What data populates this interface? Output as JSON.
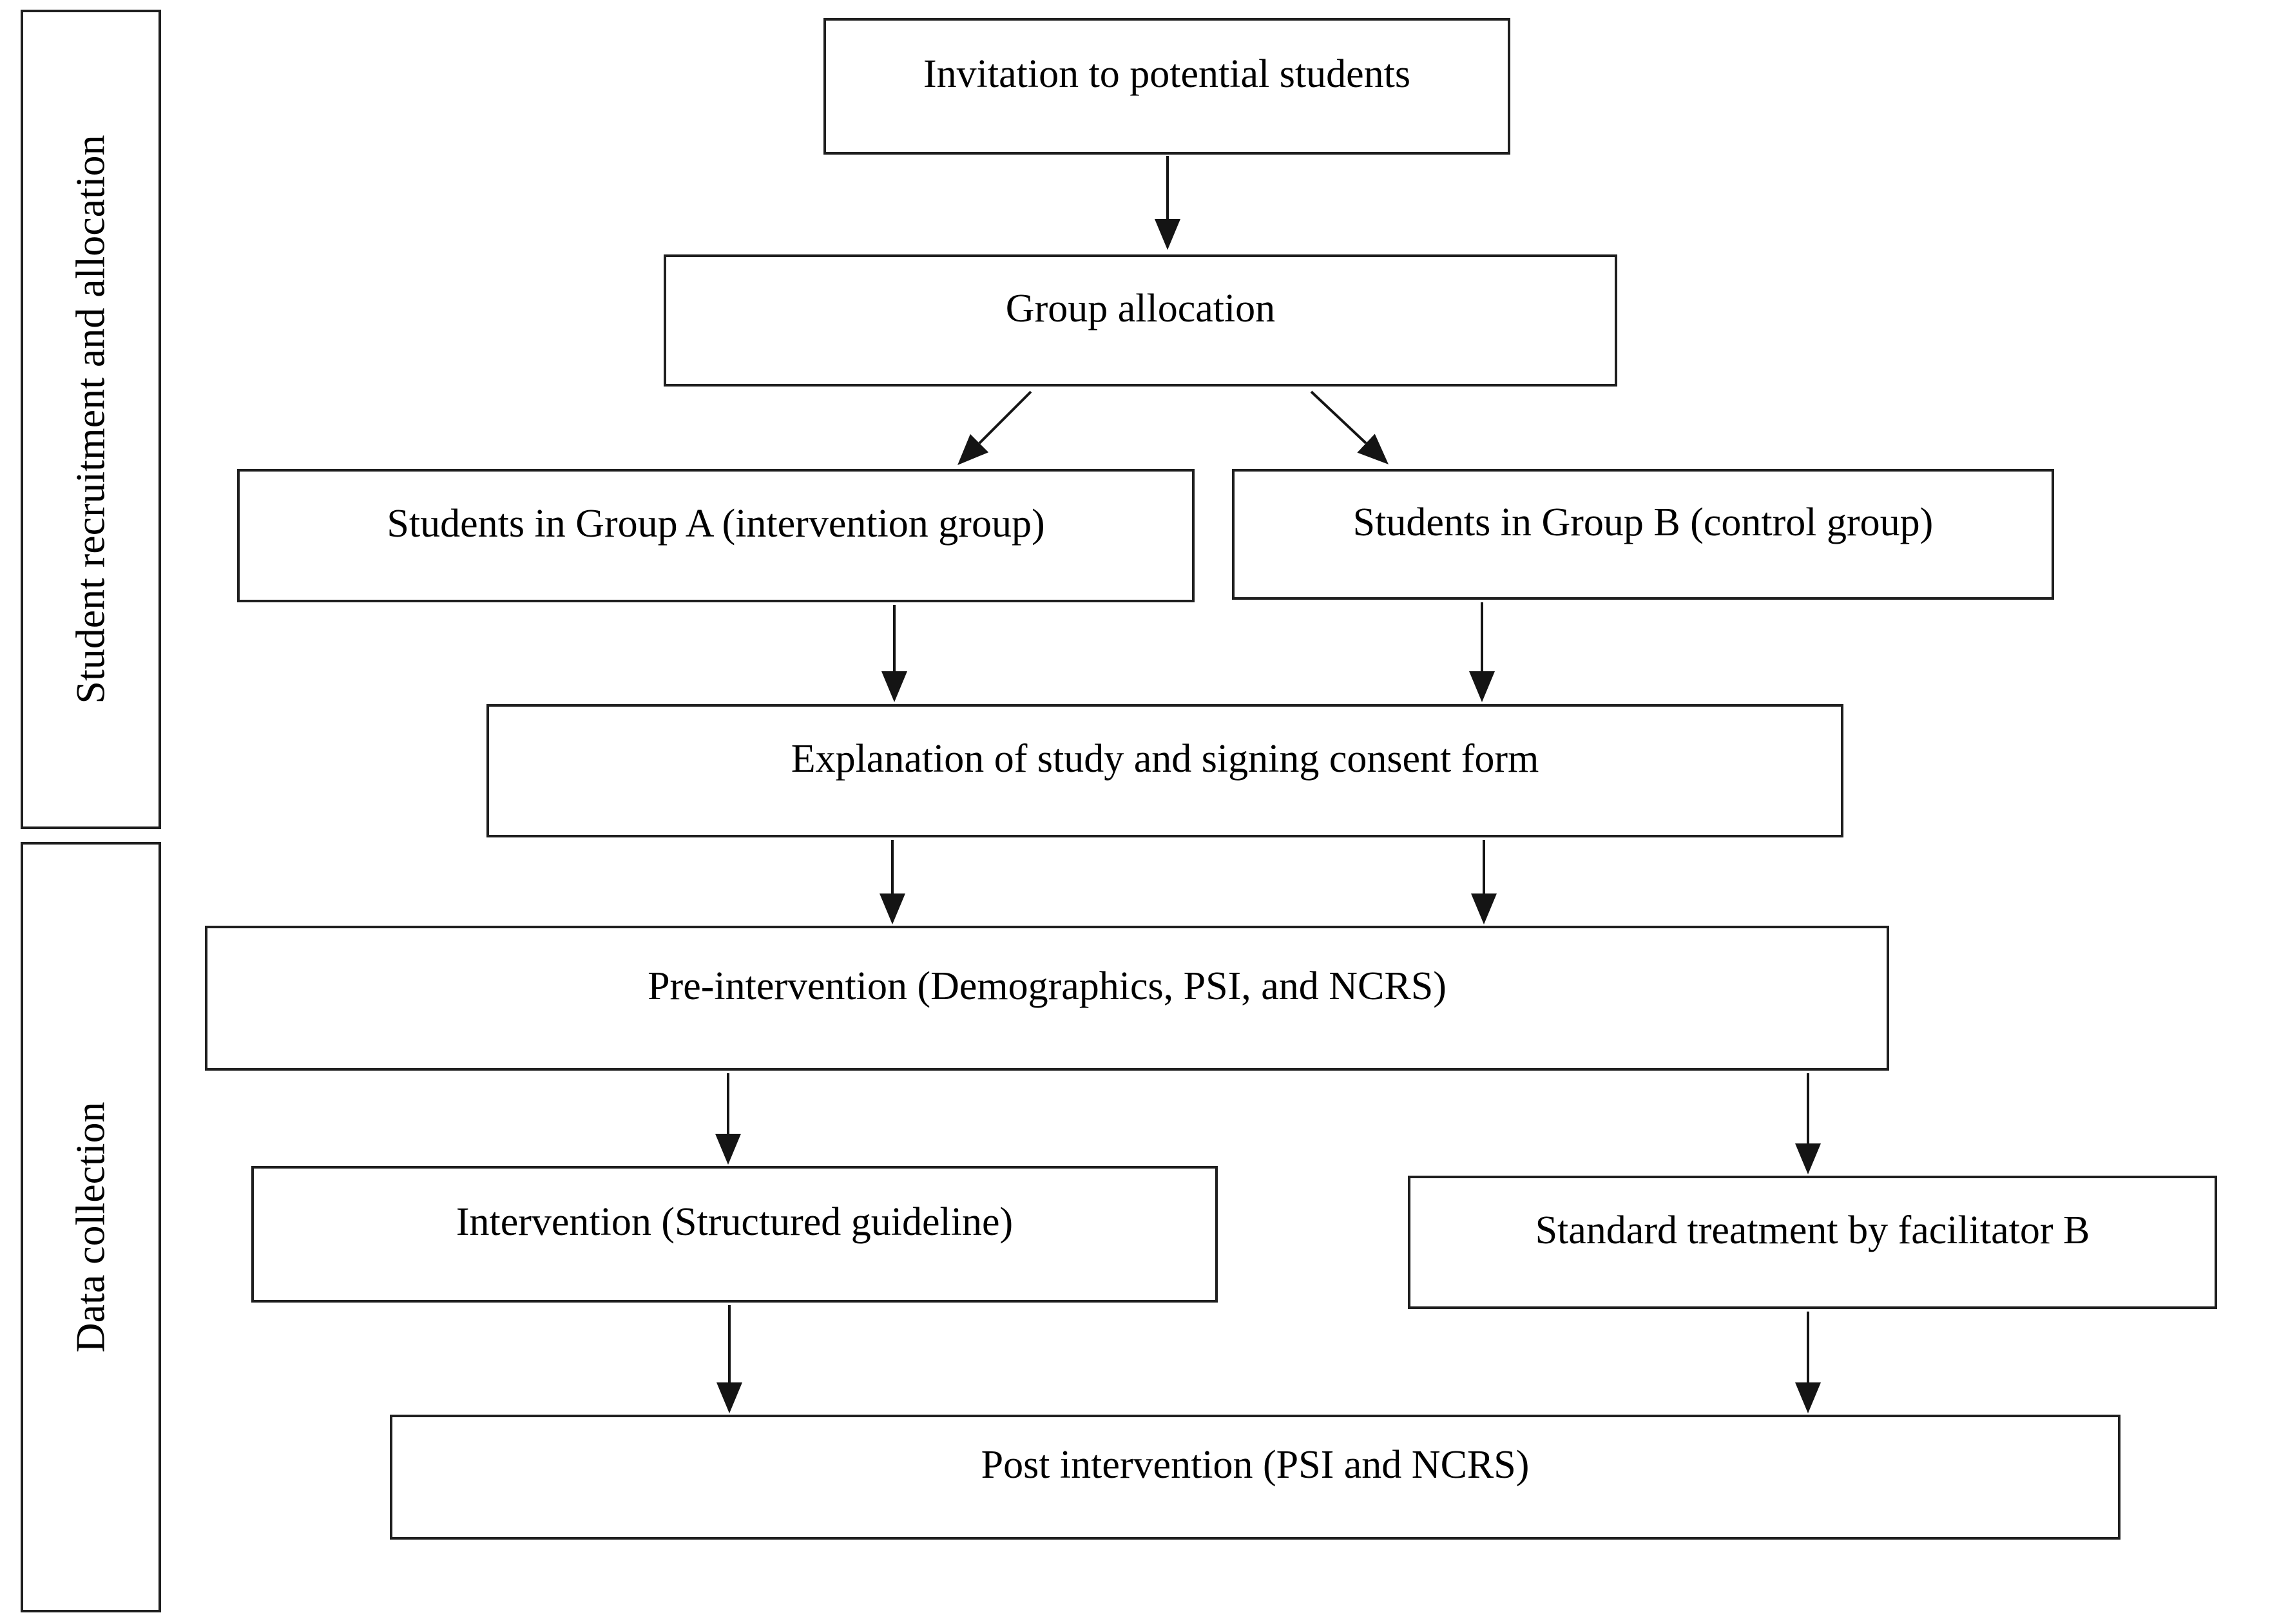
{
  "diagram": {
    "type": "flowchart",
    "phases": [
      {
        "id": "recruitment",
        "label": "Student recruitment and allocation"
      },
      {
        "id": "data_collection",
        "label": "Data collection"
      }
    ],
    "nodes": {
      "invitation": {
        "label": "Invitation to potential students"
      },
      "group_allocation": {
        "label": "Group allocation"
      },
      "group_a": {
        "label": "Students in Group A (intervention group)"
      },
      "group_b": {
        "label": "Students in Group B (control group)"
      },
      "explanation": {
        "label": "Explanation of study and signing consent form"
      },
      "pre_intervention": {
        "label": "Pre-intervention (Demographics, PSI, and NCRS)"
      },
      "intervention": {
        "label": "Intervention (Structured guideline)"
      },
      "standard_treatment": {
        "label": "Standard treatment by facilitator B"
      },
      "post_intervention": {
        "label": "Post intervention (PSI and NCRS)"
      }
    },
    "edges": [
      {
        "from": "invitation",
        "to": "group_allocation"
      },
      {
        "from": "group_allocation",
        "to": "group_a"
      },
      {
        "from": "group_allocation",
        "to": "group_b"
      },
      {
        "from": "group_a",
        "to": "explanation"
      },
      {
        "from": "group_b",
        "to": "explanation"
      },
      {
        "from": "explanation",
        "to": "pre_intervention",
        "lane": "left"
      },
      {
        "from": "explanation",
        "to": "pre_intervention",
        "lane": "right"
      },
      {
        "from": "pre_intervention",
        "to": "intervention"
      },
      {
        "from": "pre_intervention",
        "to": "standard_treatment"
      },
      {
        "from": "intervention",
        "to": "post_intervention"
      },
      {
        "from": "standard_treatment",
        "to": "post_intervention"
      }
    ],
    "colors": {
      "box_border": "#1f1f1f",
      "box_fill": "#ffffff",
      "text": "#000000",
      "arrow": "#141414"
    }
  }
}
